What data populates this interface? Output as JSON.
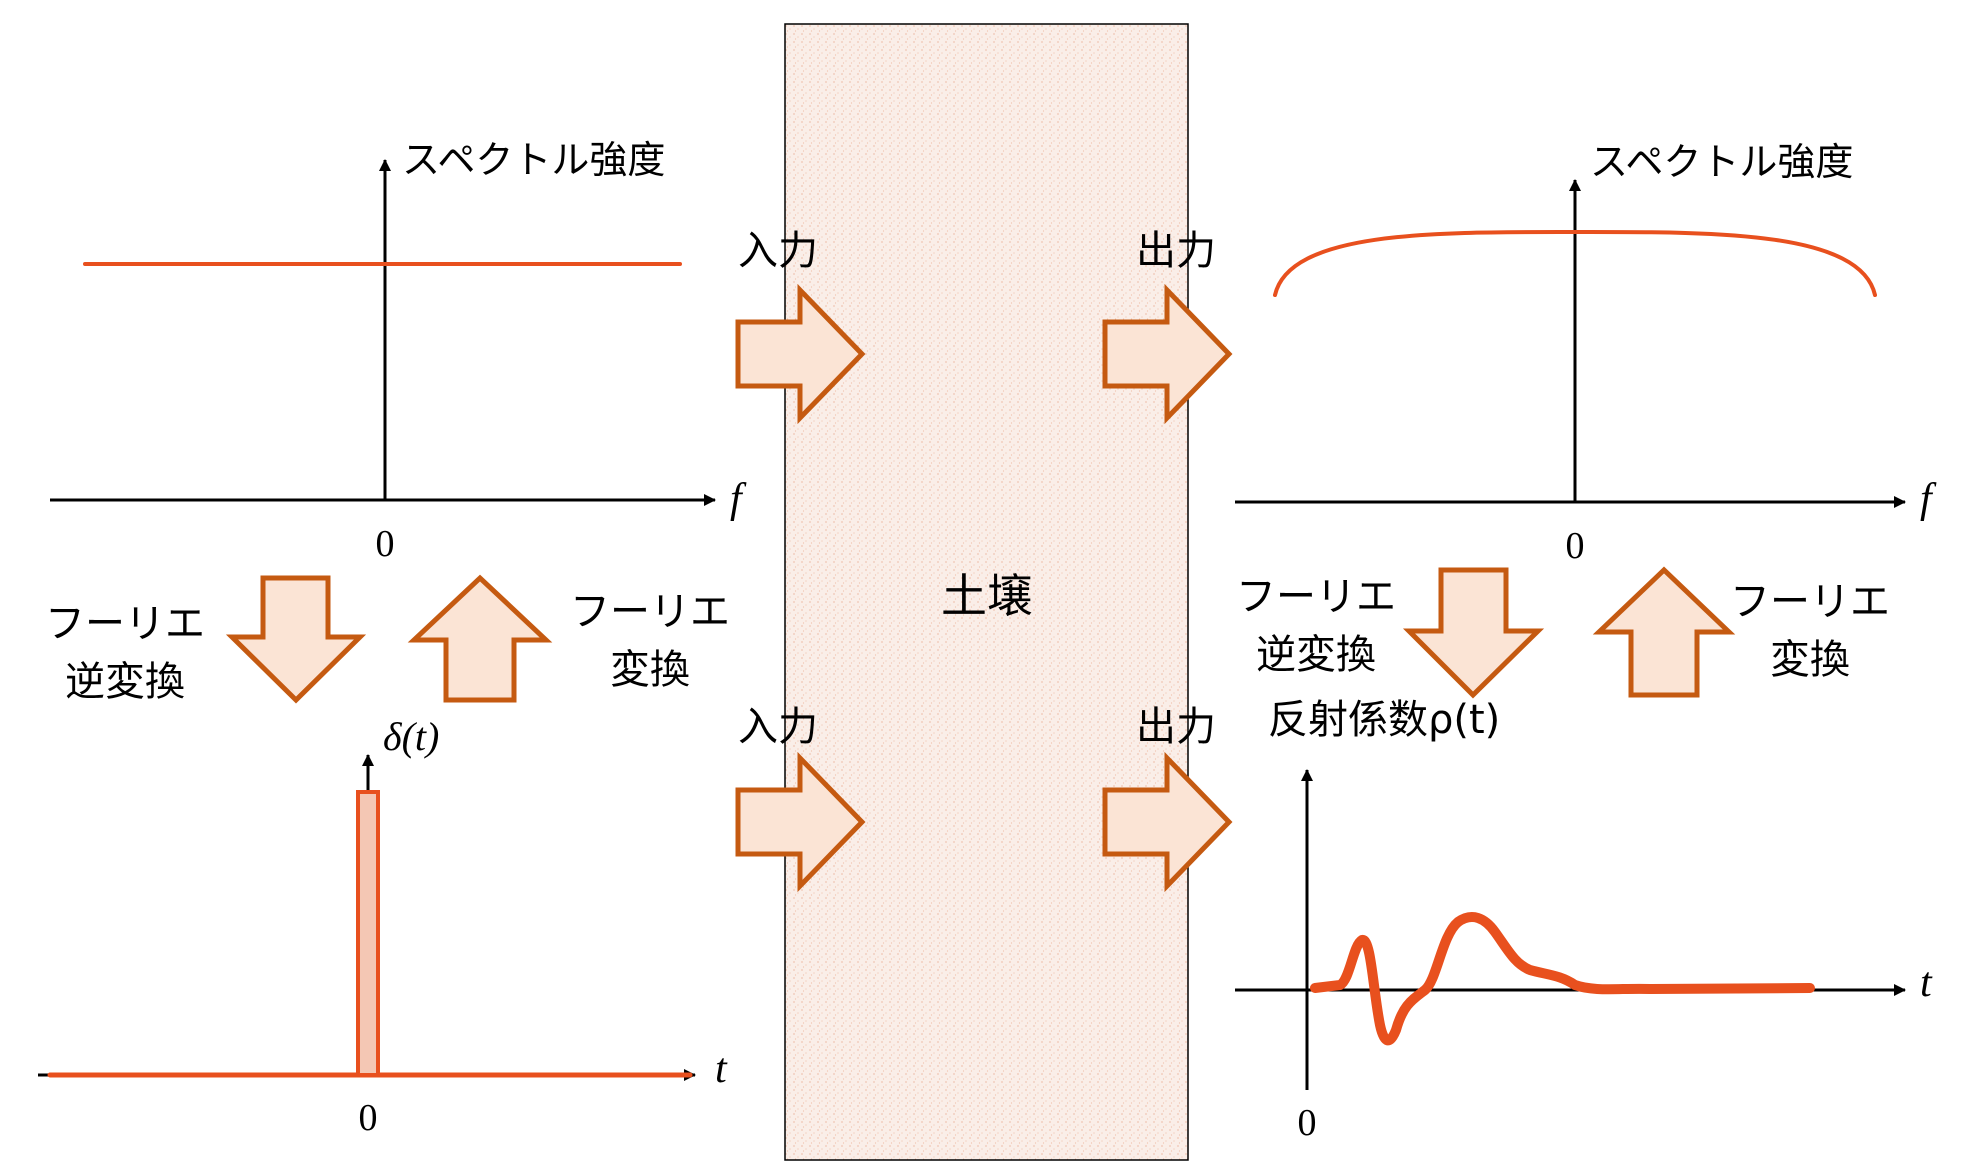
{
  "colors": {
    "curve": "#e8501e",
    "arrow_fill": "#fbe4d5",
    "arrow_stroke": "#c55a11",
    "soil_fill": "#faeee8",
    "axis": "#000000"
  },
  "soil": {
    "label": "土壌"
  },
  "left_spectrum": {
    "ylabel": "スペクトル強度",
    "xlabel": "f",
    "origin_label": "0",
    "curve_shape": "flat"
  },
  "left_time": {
    "ylabel": "δ(t)",
    "xlabel": "t",
    "origin_label": "0",
    "curve_shape": "impulse"
  },
  "right_spectrum": {
    "ylabel": "スペクトル強度",
    "xlabel": "f",
    "origin_label": "0",
    "curve_shape": "arc"
  },
  "right_time": {
    "ylabel": "反射係数ρ(t)",
    "xlabel": "t",
    "origin_label": "0",
    "curve_shape": "damped-oscillation"
  },
  "left_transforms": {
    "inverse_line1": "フーリエ",
    "inverse_line2": "逆変換",
    "forward_line1": "フーリエ",
    "forward_line2": "変換"
  },
  "right_transforms": {
    "inverse_line1": "フーリエ",
    "inverse_line2": "逆変換",
    "forward_line1": "フーリエ",
    "forward_line2": "変換"
  },
  "flow_labels": {
    "input_top": "入力",
    "input_bottom": "入力",
    "output_top": "出力",
    "output_bottom": "出力"
  },
  "icons": {
    "input_arrow": "right-block-arrow",
    "output_arrow": "right-block-arrow",
    "inverse_arrow": "down-block-arrow",
    "forward_arrow": "up-block-arrow"
  }
}
